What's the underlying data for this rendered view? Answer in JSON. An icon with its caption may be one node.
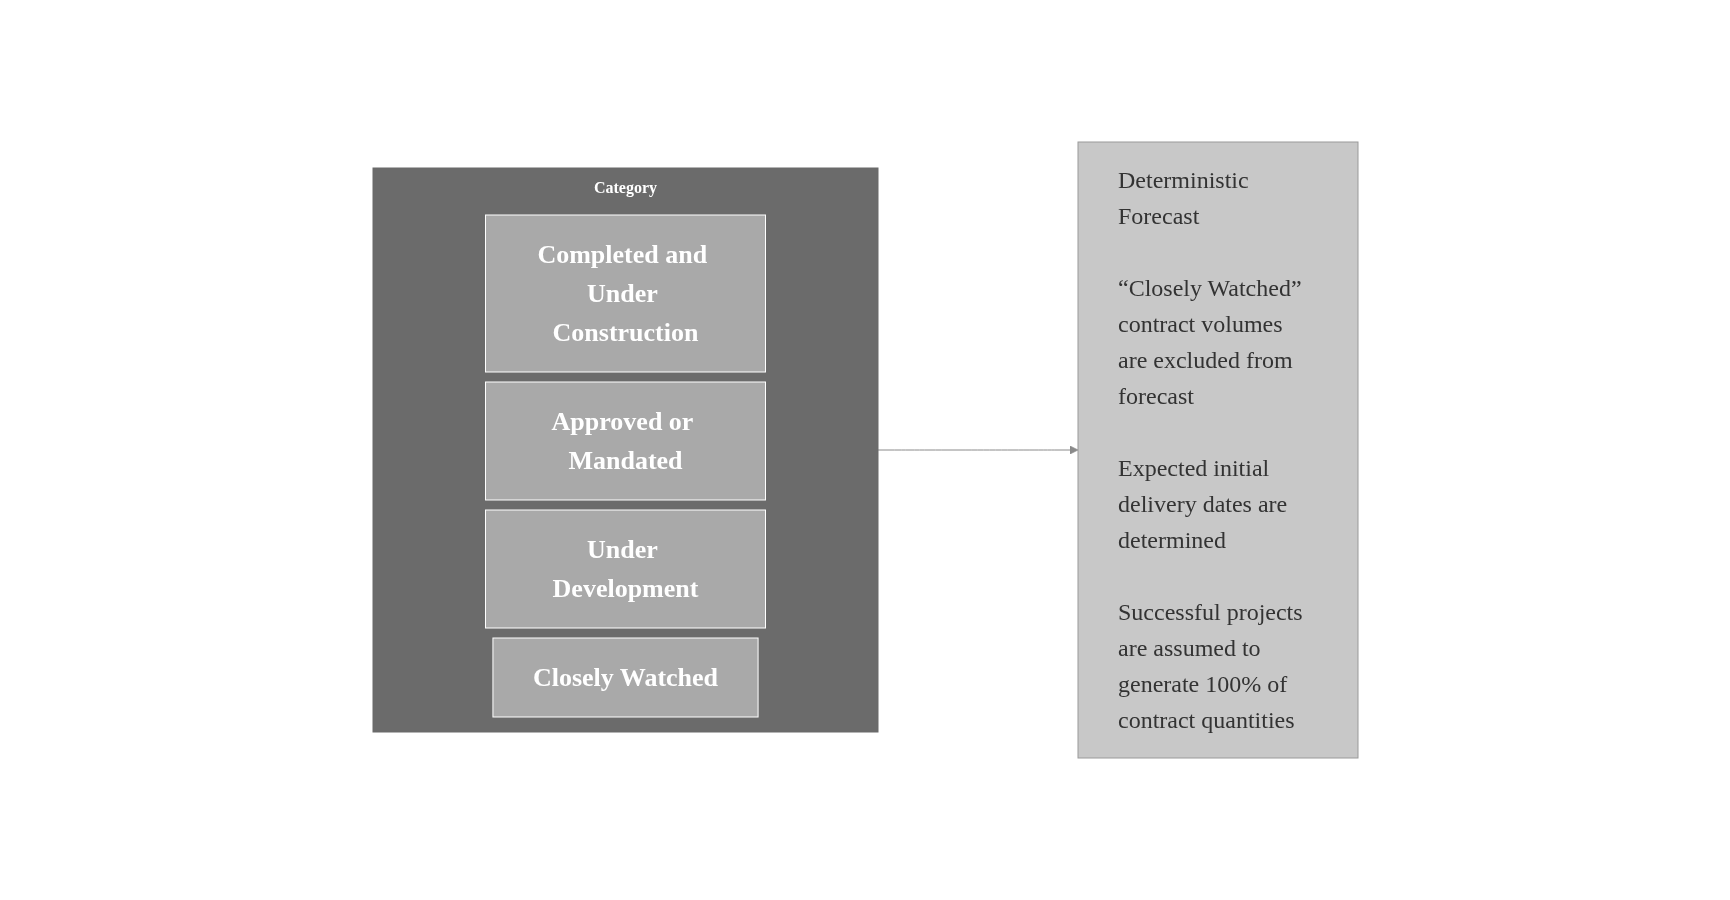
{
  "diagram": {
    "nodes": [
      {
        "text": [
          "Category"
        ]
      },
      {
        "text": [
          "Completed and Under Construction"
        ],
        "in": 0
      },
      {
        "text": [
          "Approved or Mandated"
        ],
        "in": 0
      },
      {
        "text": [
          "Under Development"
        ],
        "in": 0
      },
      {
        "text": [
          "Closely Watched"
        ],
        "in": 0
      },
      {
        "text": [
          "Deterministic Forecast",
          "“Closely Watched” contract volumes are excluded from forecast",
          "Expected initial delivery dates are determined",
          "Successful projects are assumed to generate 100% of contract quantities"
        ]
      }
    ],
    "edges": [
      {
        "from": 0,
        "to": 5,
        "arrow": "to"
      }
    ]
  }
}
